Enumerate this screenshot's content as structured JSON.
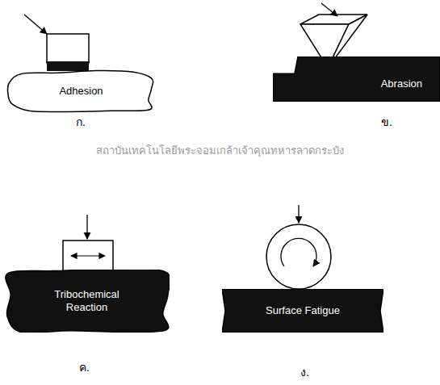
{
  "diagram": {
    "nodes": [
      {
        "text": [
          "Adhesion"
        ]
      },
      {
        "text": [
          "Abrasion"
        ]
      },
      {
        "text": [
          "Tribochemical Reaction"
        ]
      },
      {
        "text": [
          "Surface Fatigue"
        ]
      }
    ],
    "labels": [
      "ก.",
      "ข.",
      "ค.",
      "ง.",
      "สถาบันเทคโนโลยีพระจอมเกล้าเจ้าคุณทหารลาดกระบัง"
    ]
  }
}
